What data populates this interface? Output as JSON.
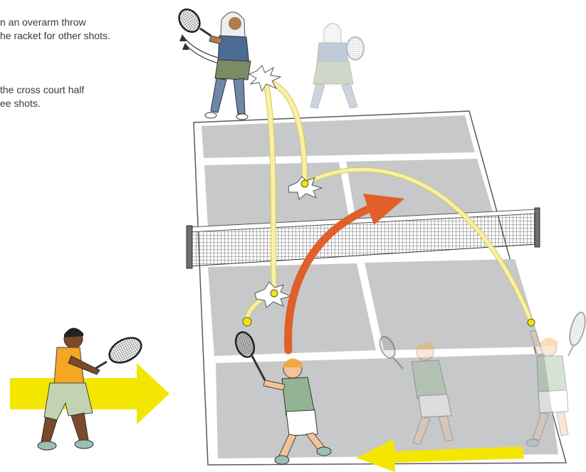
{
  "captions": [
    {
      "lines": [
        "n an overarm throw",
        "he racket for other shots."
      ]
    },
    {
      "lines": [
        "the cross court half",
        "ee shots."
      ]
    }
  ],
  "colors": {
    "court": "#c7c8ca",
    "court_line": "#ffffff",
    "court_outline": "#5a5a5a",
    "ball": "#f2e600",
    "ball_path": "#f7f0a8",
    "direction_arrow": "#e05f2a",
    "movement_arrow": "#f3e600",
    "net_post": "#6b6f73"
  },
  "icons": [
    "tennis-racket-icon",
    "tennis-ball-icon",
    "impact-burst-icon",
    "movement-arrow-icon"
  ]
}
